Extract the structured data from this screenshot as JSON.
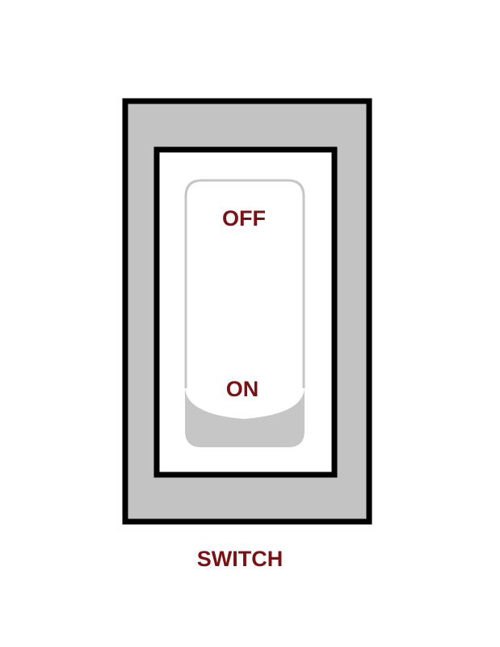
{
  "labels": {
    "off": "OFF",
    "on": "ON",
    "caption": "SWITCH"
  },
  "colors": {
    "text": "#7b1113",
    "plate": "#c3c3c3",
    "outline": "#000000",
    "rocker_edge": "#c6c6c6"
  }
}
